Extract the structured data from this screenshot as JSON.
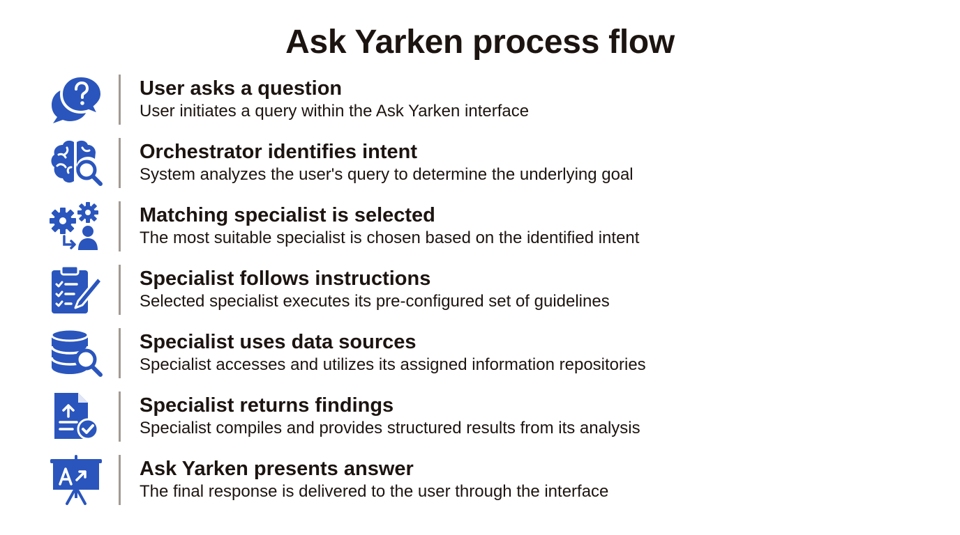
{
  "title": "Ask Yarken process flow",
  "colors": {
    "icon": "#2a55bd",
    "divider": "#a39a92",
    "text": "#1c1410"
  },
  "steps": [
    {
      "icon": "question-chat-icon",
      "title": "User asks a question",
      "description": "User initiates a query within the Ask Yarken interface"
    },
    {
      "icon": "brain-search-icon",
      "title": "Orchestrator identifies intent",
      "description": "System analyzes the user's query to determine the underlying goal"
    },
    {
      "icon": "gears-user-icon",
      "title": "Matching specialist is selected",
      "description": "The most suitable specialist is chosen based on the identified intent"
    },
    {
      "icon": "clipboard-checklist-icon",
      "title": "Specialist follows instructions",
      "description": "Selected specialist executes its pre-configured set of guidelines"
    },
    {
      "icon": "database-search-icon",
      "title": "Specialist uses data sources",
      "description": "Specialist accesses and utilizes its assigned information repositories"
    },
    {
      "icon": "document-check-icon",
      "title": "Specialist returns findings",
      "description": "Specialist compiles and provides structured results from its analysis"
    },
    {
      "icon": "presentation-board-icon",
      "title": "Ask Yarken presents answer",
      "description": "The final response is delivered to the user through the interface"
    }
  ]
}
